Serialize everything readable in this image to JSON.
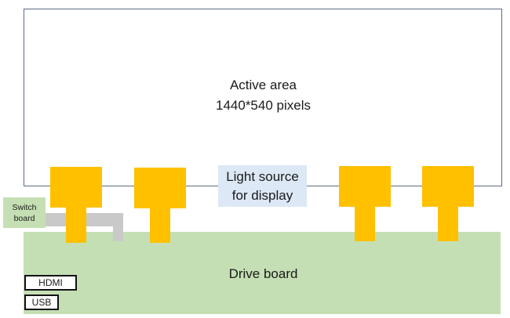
{
  "diagram": {
    "active_area": {
      "title": "Active area",
      "resolution": "1440*540 pixels"
    },
    "light_source": {
      "line1": "Light source",
      "line2": "for display"
    },
    "switch_board": {
      "line1": "Switch",
      "line2": "board"
    },
    "drive_board": {
      "label": "Drive board"
    },
    "ports": {
      "hdmi": "HDMI",
      "usb": "USB"
    },
    "colors": {
      "chip": "#ffc000",
      "board": "#c5dfb4",
      "light_source_bg": "#dce8f5",
      "cable": "#c9c9c9",
      "frame": "#5b6b85"
    },
    "chip_count": 4
  }
}
